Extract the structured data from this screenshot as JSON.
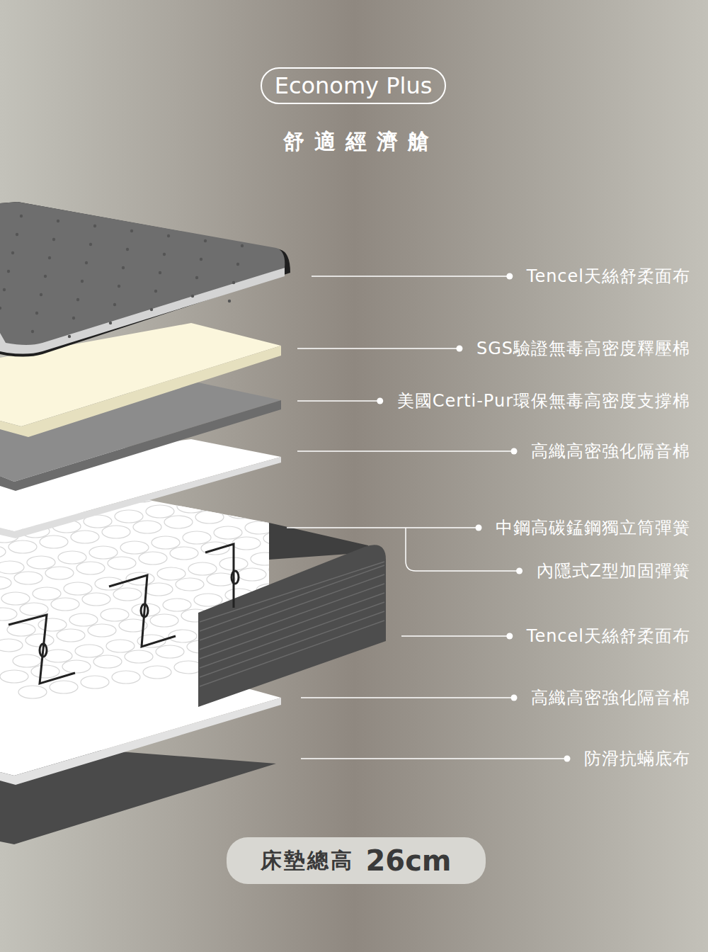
{
  "diagram": {
    "title": "舒適經濟艙",
    "nodes": [
      {
        "text": [
          "Economy Plus"
        ]
      },
      {
        "text": [
          "床墊總高",
          "26cm"
        ]
      }
    ],
    "labels": [
      "Tencel天絲舒柔面布",
      "SGS驗證無毒高密度釋壓棉",
      "美國Certi-Pur環保無毒高密度支撐棉",
      "高織高密強化隔音棉",
      "中鋼高碳錳鋼獨立筒彈簧",
      "內隱式Z型加固彈簧",
      "Tencel天絲舒柔面布",
      "高織高密強化隔音棉",
      "防滑抗蟎底布"
    ]
  }
}
